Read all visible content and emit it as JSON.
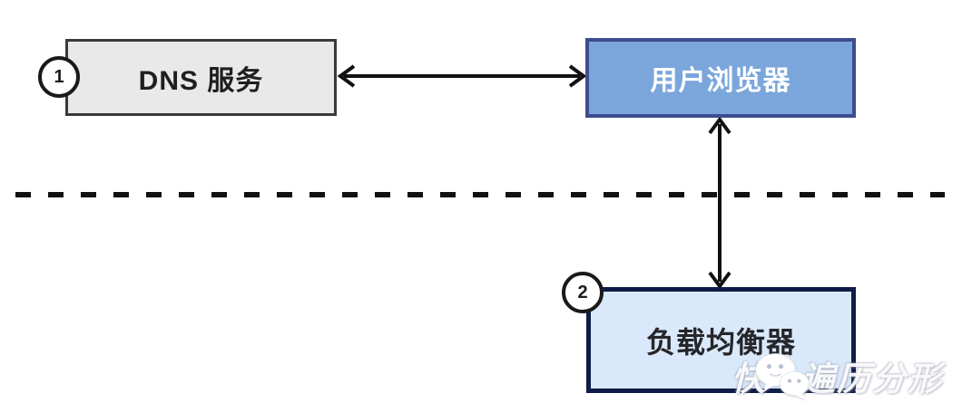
{
  "canvas": {
    "background": "#ffffff"
  },
  "nodes": {
    "dns": {
      "label": "DNS 服务",
      "badge": "1"
    },
    "browser": {
      "label": "用户浏览器"
    },
    "load_balancer": {
      "label": "负载均衡器",
      "badge": "2"
    }
  },
  "connectors": {
    "dns_browser": "bidirectional-horizontal-arrow",
    "browser_loadbalancer": "bidirectional-vertical-arrow",
    "divider": "dashed-horizontal-line"
  },
  "colors": {
    "canvas_bg": "#ffffff",
    "dns_fill": "#e9e9e9",
    "dns_border": "#3a3a3a",
    "dns_text": "#1f1f1f",
    "browser_fill": "#7aa6dc",
    "browser_border": "#3f4c8f",
    "browser_text": "#ffffff",
    "lb_fill": "#d9e9fb",
    "lb_border": "#0e1c47",
    "lb_text": "#26262a",
    "badge_bg": "#ffffff",
    "badge_border": "#1a1a1a",
    "badge_text": "#1a1a1a",
    "arrow": "#111111",
    "divider": "#111111"
  },
  "watermark": {
    "text_prefix": "快",
    "text_suffix": "遍历分形",
    "icon": "wechat-icon"
  }
}
